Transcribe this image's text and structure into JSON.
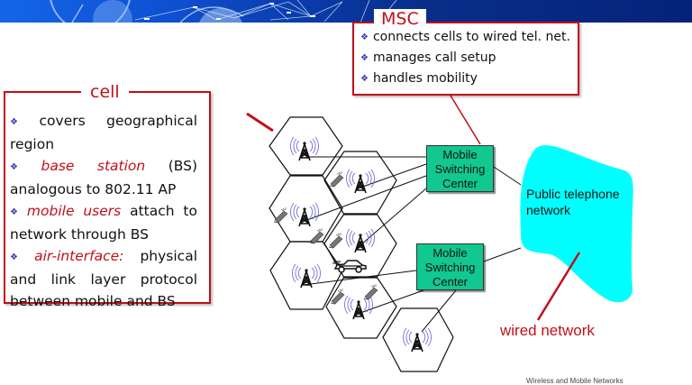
{
  "msc_callout": {
    "title": "MSC",
    "items": [
      "connects cells to wired tel. net.",
      "manages call setup",
      "handles mobility"
    ]
  },
  "cell_callout": {
    "title": "cell",
    "items": [
      {
        "emphasis": "",
        "text": "covers geographical region"
      },
      {
        "emphasis": "base station",
        "text": " (BS) analogous to 802.11 AP"
      },
      {
        "emphasis": "mobile users",
        "text": " attach to network through BS"
      },
      {
        "emphasis": "air-interface:",
        "text": " physical and link layer protocol between mobile and BS"
      }
    ]
  },
  "diagram": {
    "msc_nodes": [
      {
        "line1": "Mobile",
        "line2": "Switching",
        "line3": "Center"
      },
      {
        "line1": "Mobile",
        "line2": "Switching",
        "line3": "Center"
      }
    ],
    "pstn_label_line1": "Public telephone",
    "pstn_label_line2": "network",
    "wired_label": "wired network"
  },
  "icons": {
    "bullet": "❖",
    "cell_tower": "cell-tower-icon",
    "mobile_phone": "mobile-phone-icon",
    "car": "car-icon"
  },
  "colors": {
    "accent_red": "#c0101a",
    "msc_green": "#10c890",
    "pstn_cyan": "#00ffff",
    "bullet_blue": "#3536b0",
    "banner_blue": "#0a3aa8"
  },
  "footer": "Wireless and Mobile Networks"
}
